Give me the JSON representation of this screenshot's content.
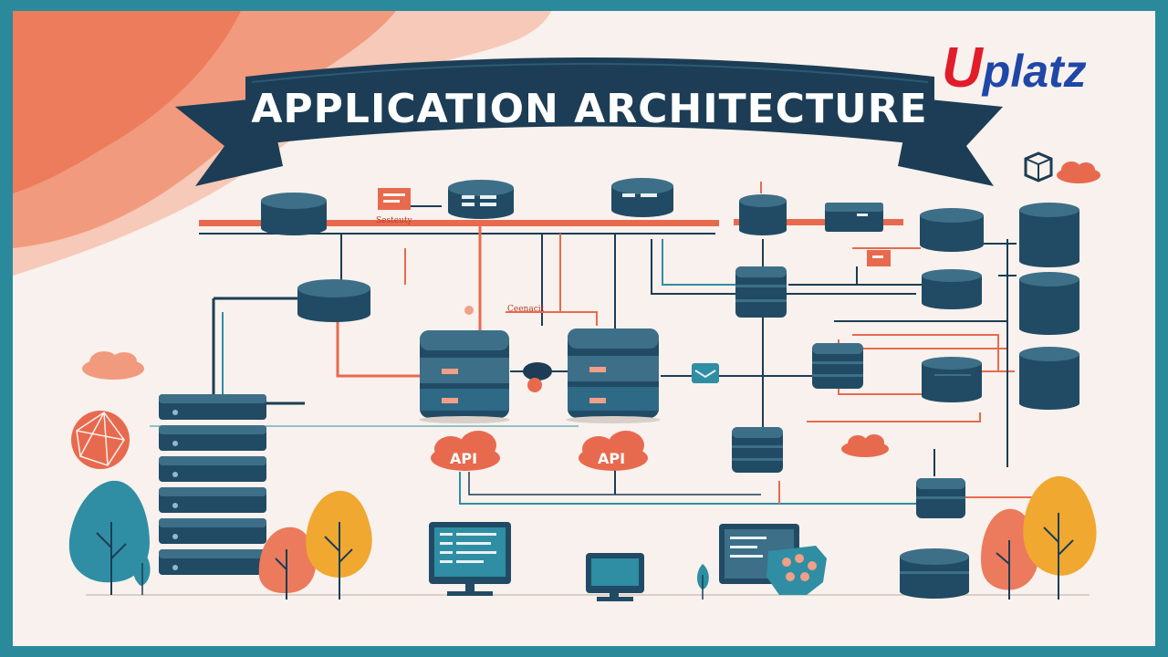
{
  "title": "APPLICATION ARCHITECTURE",
  "brand": {
    "u": "U",
    "rest": "platz"
  },
  "labels": {
    "top": "Sesteuty",
    "connect": "Ceenacit",
    "api_left": "API",
    "api_right": "API"
  },
  "colors": {
    "frame": "#2a8a9c",
    "background": "#f8f1ed",
    "banner": "#1c3d55",
    "accent": "#e86a4e",
    "db_top": "#3d6f88",
    "db_body": "#214b64",
    "tree_teal": "#2f8ea3",
    "tree_orange": "#ec7a5c",
    "tree_yellow": "#f0a830"
  },
  "icons": [
    "database-icon",
    "server-stack-icon",
    "api-cloud-icon",
    "monitor-icon",
    "tree-icon",
    "cloud-icon",
    "cube-icon",
    "network-globe-icon"
  ]
}
